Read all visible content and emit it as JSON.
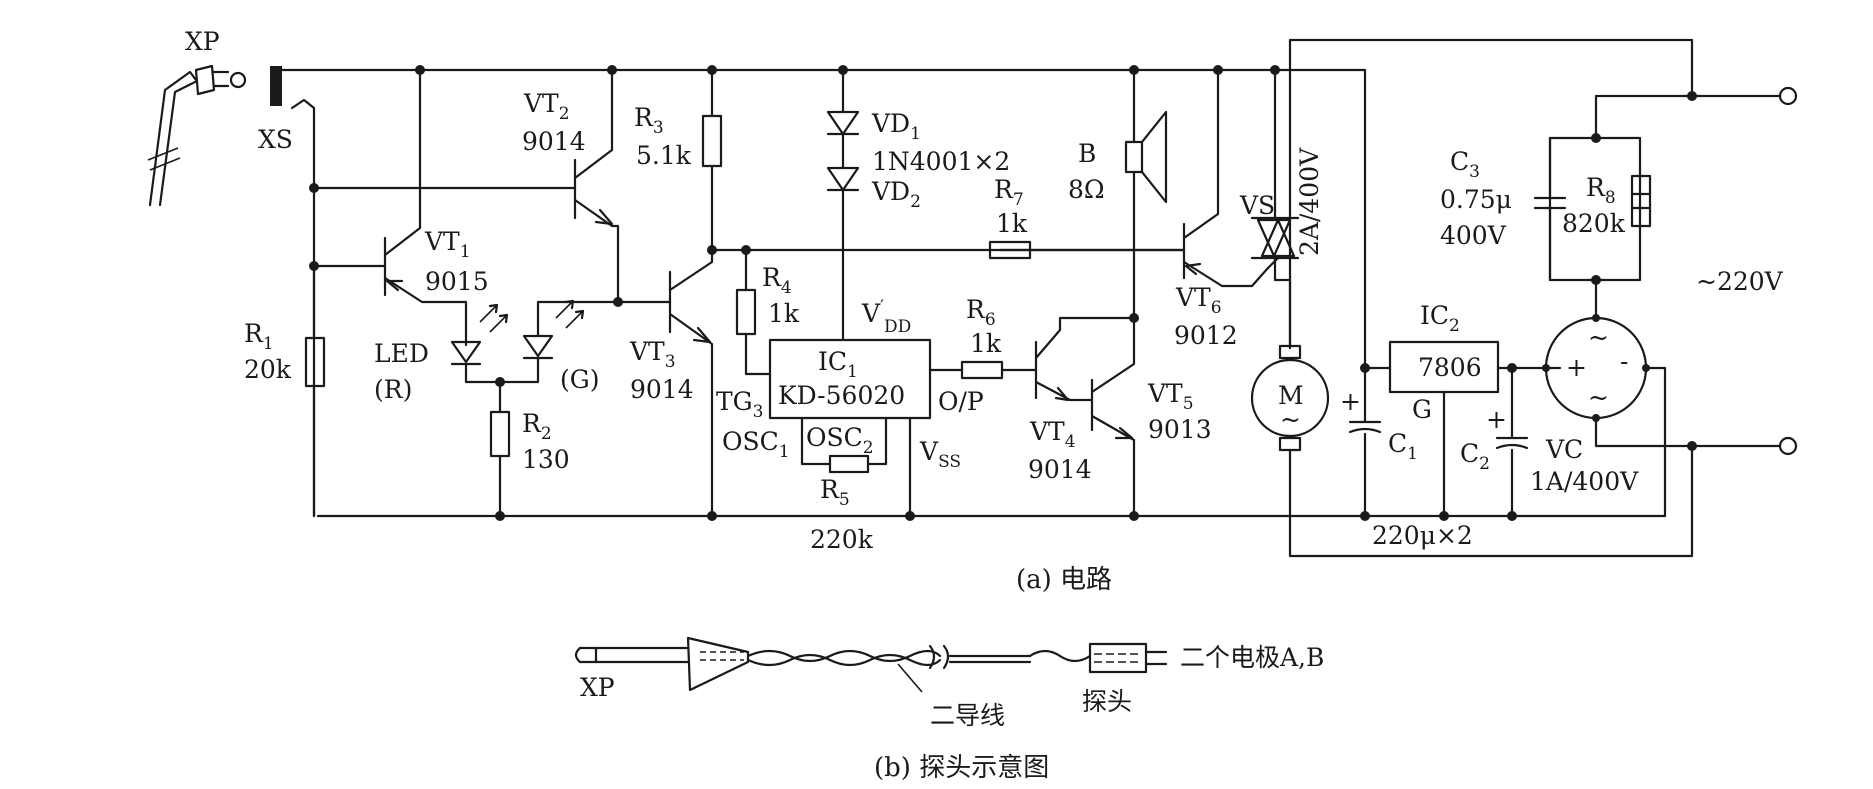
{
  "figure_a": {
    "caption": "(a) 电路",
    "xp": "XP",
    "xs": "XS",
    "r1": {
      "name": "R",
      "sub": "1",
      "value": "20k"
    },
    "r2": {
      "name": "R",
      "sub": "2",
      "value": "130"
    },
    "r3": {
      "name": "R",
      "sub": "3",
      "value": "5.1k"
    },
    "r4": {
      "name": "R",
      "sub": "4",
      "value": "1k"
    },
    "r5": {
      "name": "R",
      "sub": "5",
      "value": "220k"
    },
    "r6": {
      "name": "R",
      "sub": "6",
      "value": "1k"
    },
    "r7": {
      "name": "R",
      "sub": "7",
      "value": "1k"
    },
    "r8": {
      "name": "R",
      "sub": "8",
      "value": "820k"
    },
    "vt1": {
      "name": "VT",
      "sub": "1",
      "value": "9015"
    },
    "vt2": {
      "name": "VT",
      "sub": "2",
      "value": "9014"
    },
    "vt3": {
      "name": "VT",
      "sub": "3",
      "value": "9014"
    },
    "vt4": {
      "name": "VT",
      "sub": "4",
      "value": "9014"
    },
    "vt5": {
      "name": "VT",
      "sub": "5",
      "value": "9013"
    },
    "vt6": {
      "name": "VT",
      "sub": "6",
      "value": "9012"
    },
    "led": {
      "name": "LED",
      "red": "(R)",
      "green": "(G)"
    },
    "vd1": {
      "name": "VD",
      "sub": "1",
      "value": "1N4001×2"
    },
    "vd2": {
      "name": "VD",
      "sub": "2"
    },
    "ic1": {
      "name": "IC",
      "sub": "1",
      "part": "KD-56020",
      "tg": "TG",
      "tg_sub": "3",
      "osc1": "OSC",
      "osc1_sub": "1",
      "osc2": "OSC",
      "osc2_sub": "2",
      "vdd": "V",
      "vdd_prime": "′",
      "vdd_sub": "DD",
      "vss": "V",
      "vss_sub": "SS",
      "op": "O/P"
    },
    "ic2": {
      "name": "IC",
      "sub": "2",
      "part": "7806",
      "g": "G"
    },
    "speaker": {
      "name": "B",
      "value": "8Ω"
    },
    "vs": {
      "name": "VS",
      "rating": "2A/400V"
    },
    "motor": {
      "name": "M",
      "tilde": "~"
    },
    "c1": {
      "name": "C",
      "sub": "1"
    },
    "c2": {
      "name": "C",
      "sub": "2"
    },
    "c12_value": "220μ×2",
    "c3": {
      "name": "C",
      "sub": "3",
      "value": "0.75μ",
      "voltage": "400V"
    },
    "vc": {
      "name": "VC",
      "rating": "1A/400V",
      "plus": "+",
      "minus": "-",
      "tilde": "~"
    },
    "mains": "~220V"
  },
  "figure_b": {
    "caption": "(b) 探头示意图",
    "xp": "XP",
    "wire": "二导线",
    "probe": "探头",
    "electrodes": "二个电极A,B"
  }
}
